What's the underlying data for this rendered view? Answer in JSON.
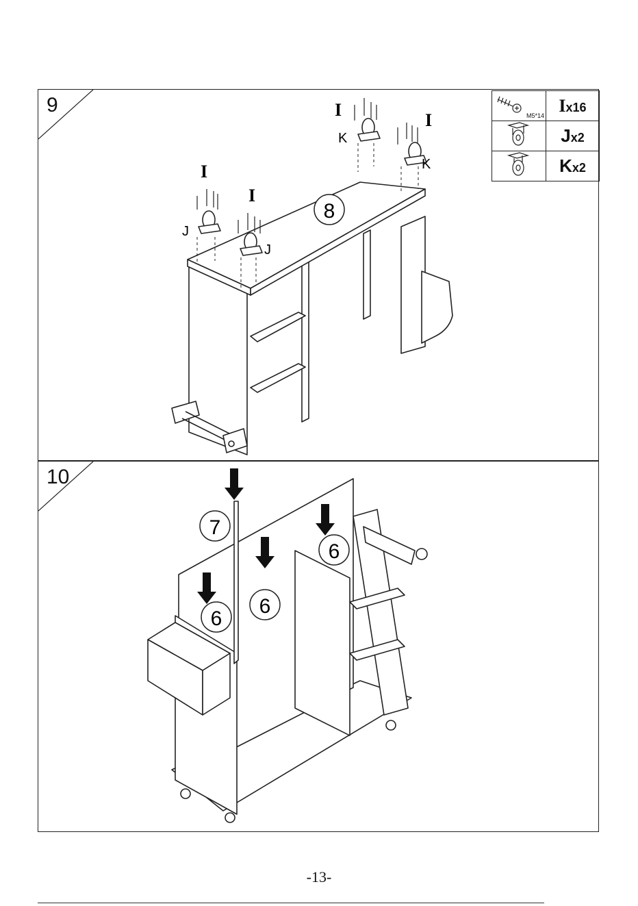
{
  "steps": [
    {
      "number": "9",
      "callouts": {
        "panel_label": "8",
        "screw_letter": "I",
        "caster_j": "J",
        "caster_k": "K"
      },
      "parts": [
        {
          "letter": "I",
          "qty": "x16",
          "spec": "M5*14",
          "icon": "screw-icon"
        },
        {
          "letter": "J",
          "qty": "x2",
          "icon": "brake-caster-icon"
        },
        {
          "letter": "K",
          "qty": "x2",
          "icon": "caster-icon"
        }
      ]
    },
    {
      "number": "10",
      "callouts": {
        "panel_7": "7",
        "panel_6": "6"
      }
    }
  ],
  "page_number": "-13-"
}
